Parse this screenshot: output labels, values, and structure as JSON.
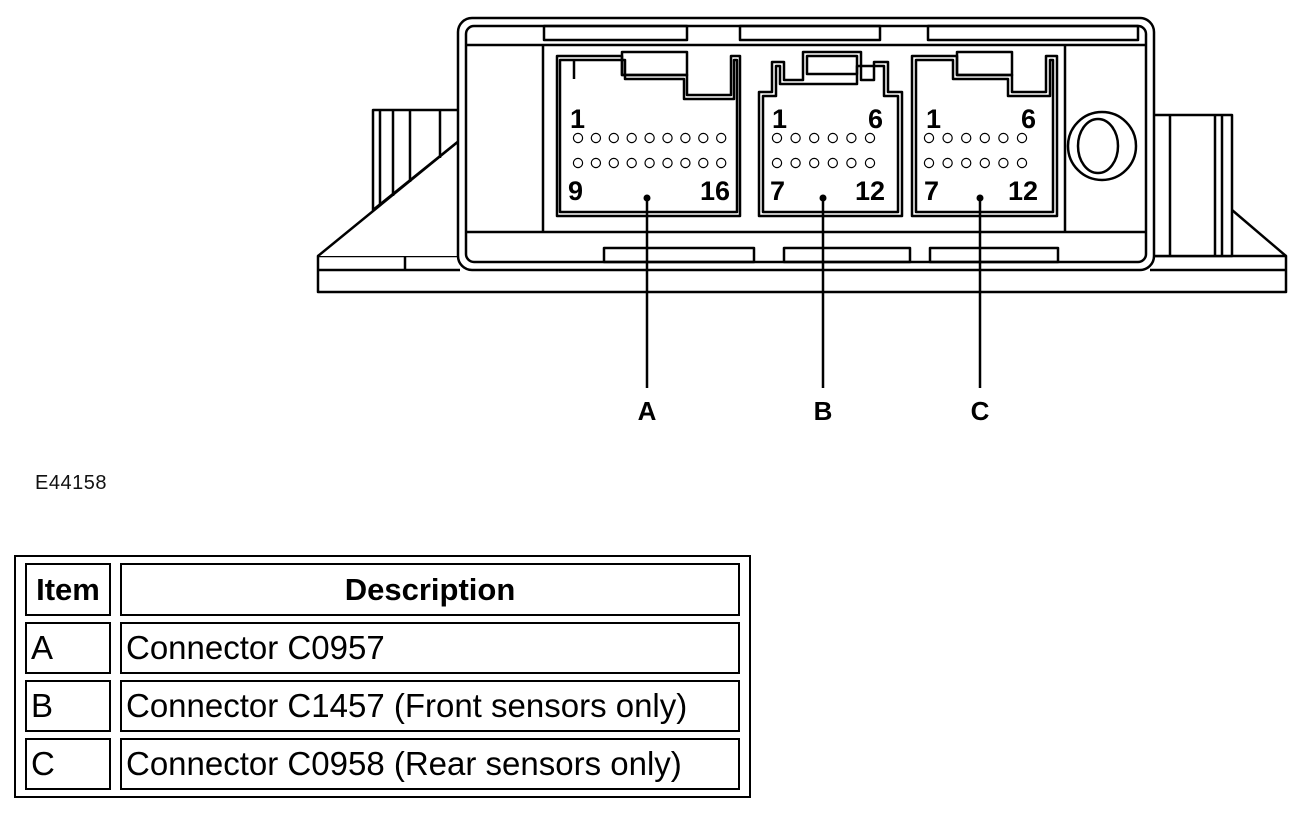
{
  "figure_id": "E44158",
  "connectors": [
    {
      "callout": "A",
      "pin_top_left": "1",
      "pin_bottom_left": "9",
      "pin_bottom_right": "16"
    },
    {
      "callout": "B",
      "pin_top_left": "1",
      "pin_top_right": "6",
      "pin_bottom_left": "7",
      "pin_bottom_right": "12"
    },
    {
      "callout": "C",
      "pin_top_left": "1",
      "pin_top_right": "6",
      "pin_bottom_left": "7",
      "pin_bottom_right": "12"
    }
  ],
  "table": {
    "headers": {
      "item": "Item",
      "description": "Description"
    },
    "rows": [
      {
        "item": "A",
        "description": "Connector C0957"
      },
      {
        "item": "B",
        "description": "Connector C1457 (Front sensors only)"
      },
      {
        "item": "C",
        "description": "Connector C0958 (Rear sensors only)"
      }
    ]
  }
}
